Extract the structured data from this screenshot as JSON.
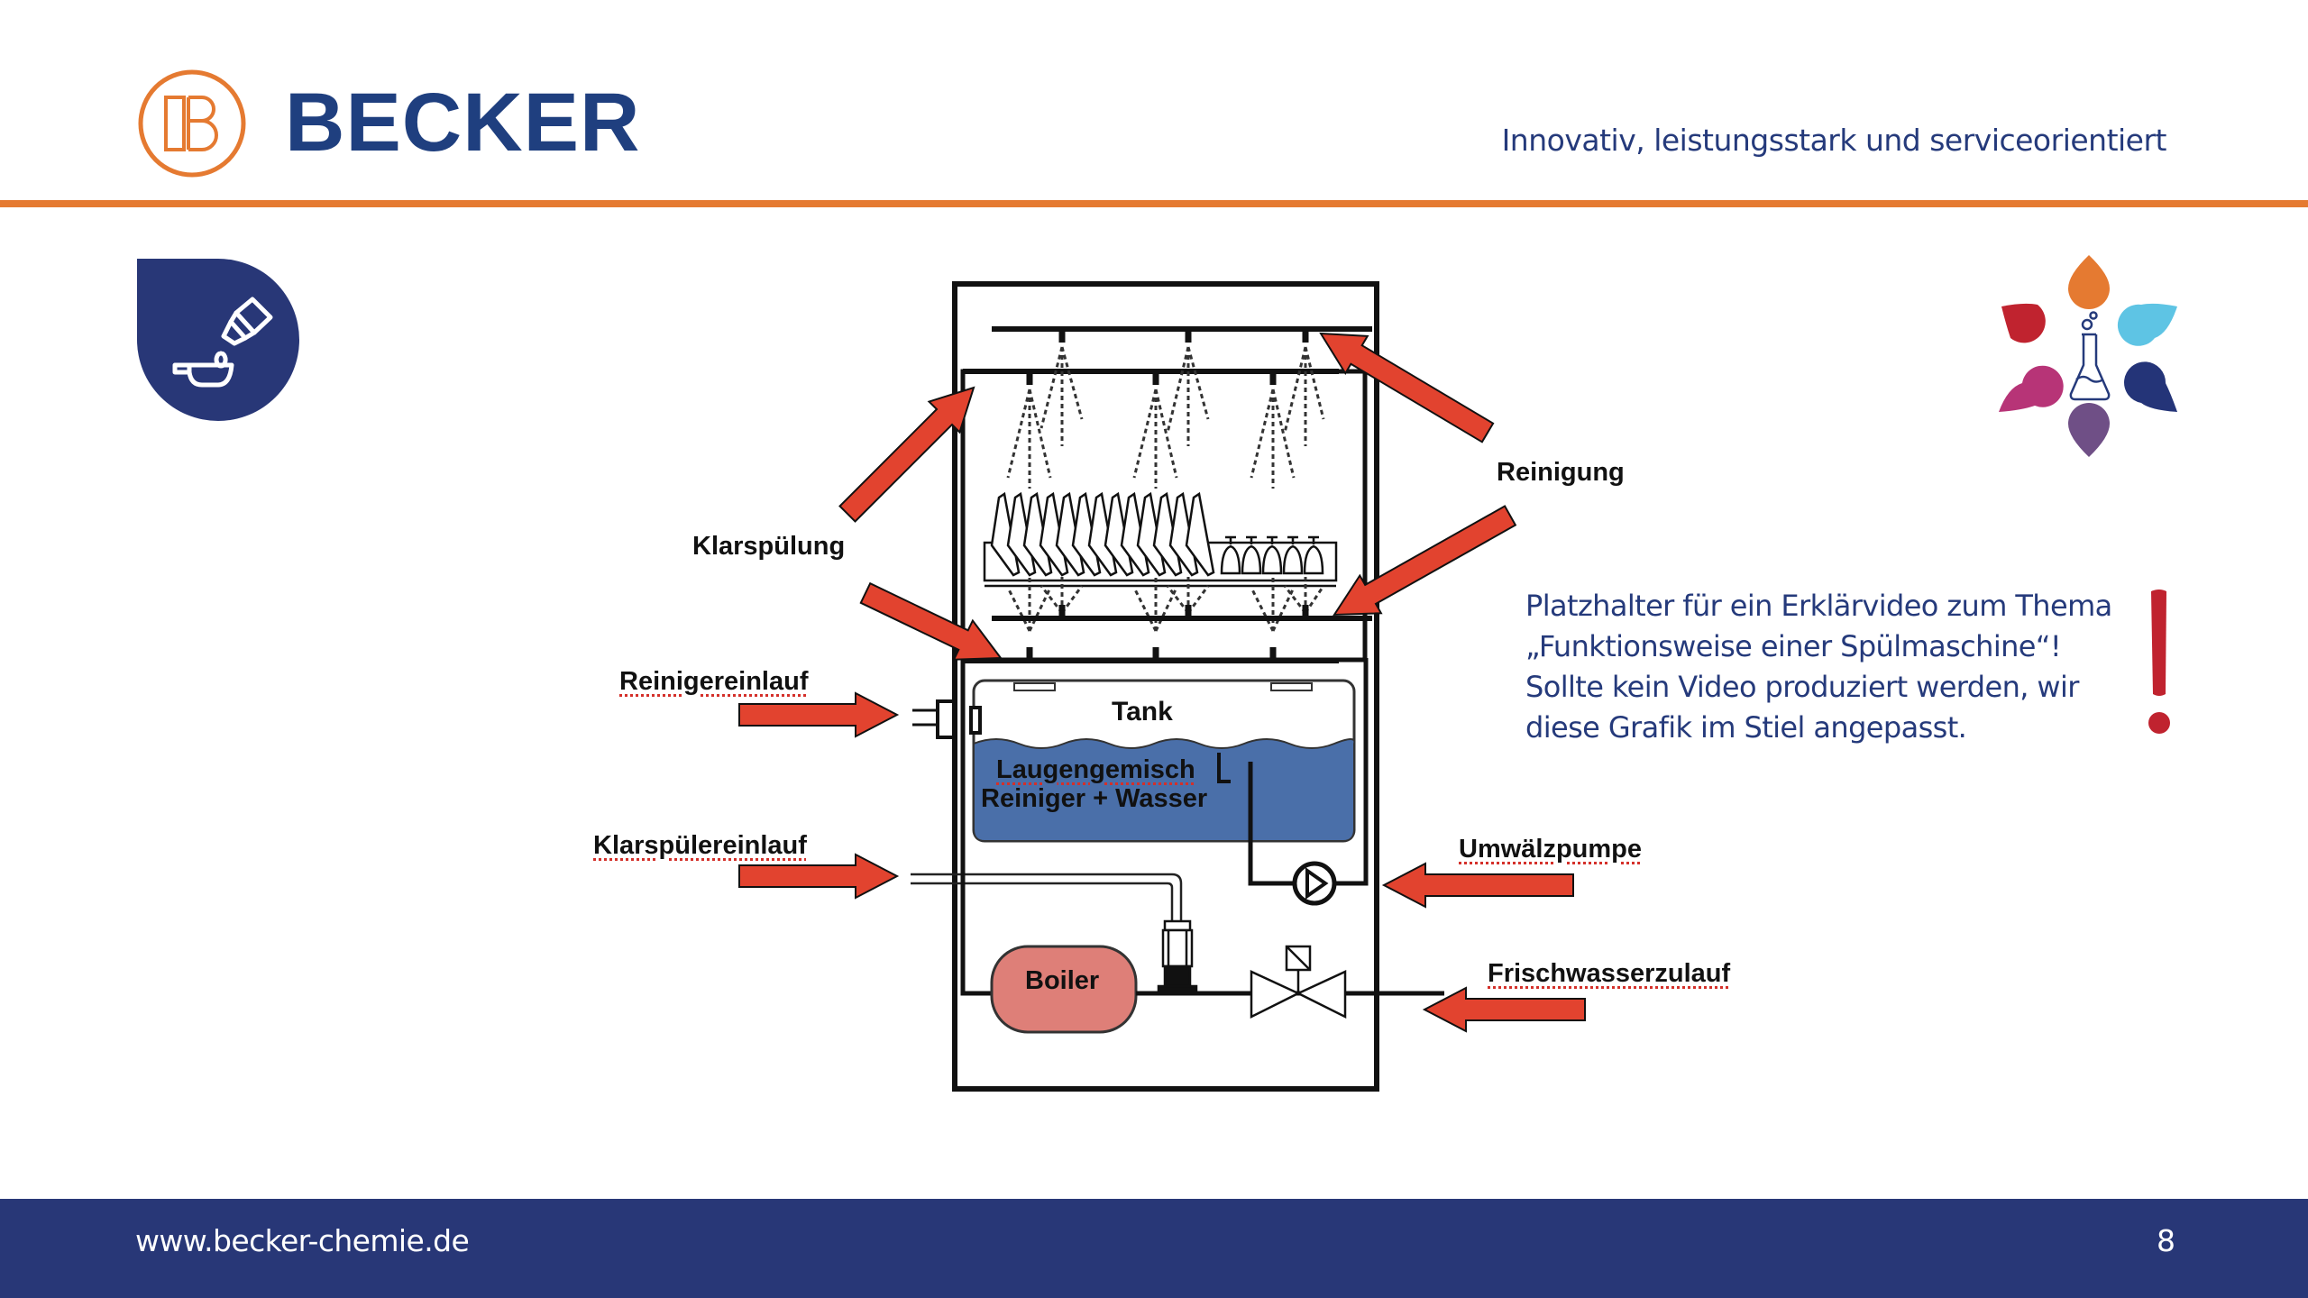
{
  "header": {
    "brand_name": "BECKER",
    "tagline": "Innovativ, leistungsstark und serviceorientiert",
    "logo_icon": "becker-b-circle-logo",
    "colors": {
      "brand_blue": "#1f3f7f",
      "accent_orange": "#e57a31",
      "footer_navy": "#283777"
    }
  },
  "topic_icon": {
    "icon": "dropper-dish-icon",
    "color": "#283777"
  },
  "decor_icon": {
    "icon": "flask-with-drops-icon",
    "drop_colors": [
      "#e57a31",
      "#5ec4e4",
      "#243478",
      "#6f4f86",
      "#b73477",
      "#c0232f"
    ]
  },
  "diagram": {
    "title": "Funktionsweise einer Spülmaschine",
    "labels": {
      "klarspuelung": "Klarspülung",
      "reinigung": "Reinigung",
      "reinigereinlauf": "Reinigereinlauf",
      "klarspuelereinlauf": "Klarspülereinlauf",
      "umwaelzpumpe": "Umwälzpumpe",
      "frischwasserzulauf": "Frischwasserzulauf",
      "tank": "Tank",
      "laugengemisch": "Laugengemisch",
      "reiniger_wasser": "Reiniger + Wasser",
      "boiler": "Boiler"
    },
    "colors": {
      "arrow": "#e2432f",
      "water": "#4a6fa9",
      "boiler": "#de7f78"
    }
  },
  "note": {
    "lines": [
      "Platzhalter für ein Erklärvideo zum Thema",
      "„Funktionsweise einer Spülmaschine“!",
      "Sollte kein Video produziert werden, wir",
      "diese Grafik im Stiel angepasst."
    ],
    "alert_icon": "exclamation-icon",
    "alert_color": "#c0232f"
  },
  "footer": {
    "url": "www.becker-chemie.de",
    "page_number": "8"
  }
}
